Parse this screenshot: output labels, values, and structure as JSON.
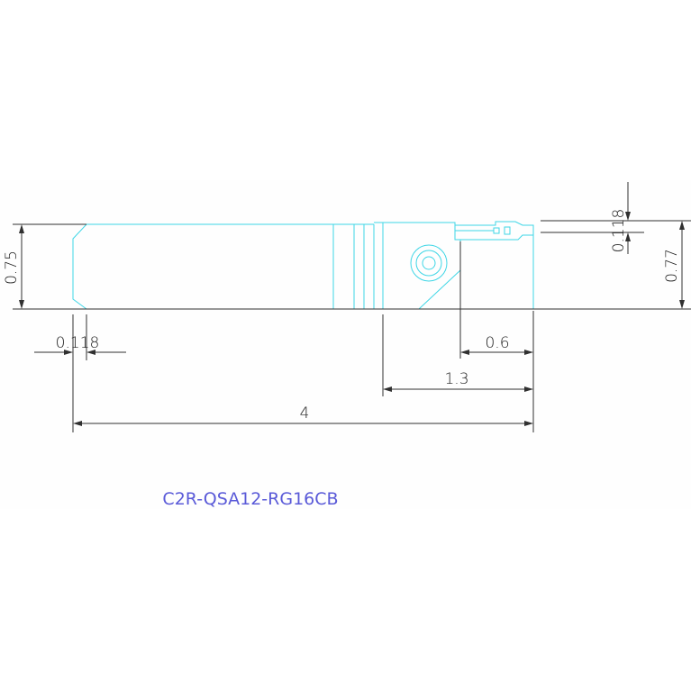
{
  "drawing": {
    "part_number": "C2R-QSA12-RG16CB",
    "colors": {
      "tool_outline": "#3fd6e6",
      "dimension": "#303030",
      "part_number": "#5a5ad8",
      "background": "#ffffff"
    },
    "dimensions": {
      "height_left": "0.75",
      "height_right": "0.77",
      "offset_left": "0.118",
      "offset_right": "0.118",
      "head_length": "0.6",
      "neck_length": "1.3",
      "overall_length": "4"
    }
  }
}
